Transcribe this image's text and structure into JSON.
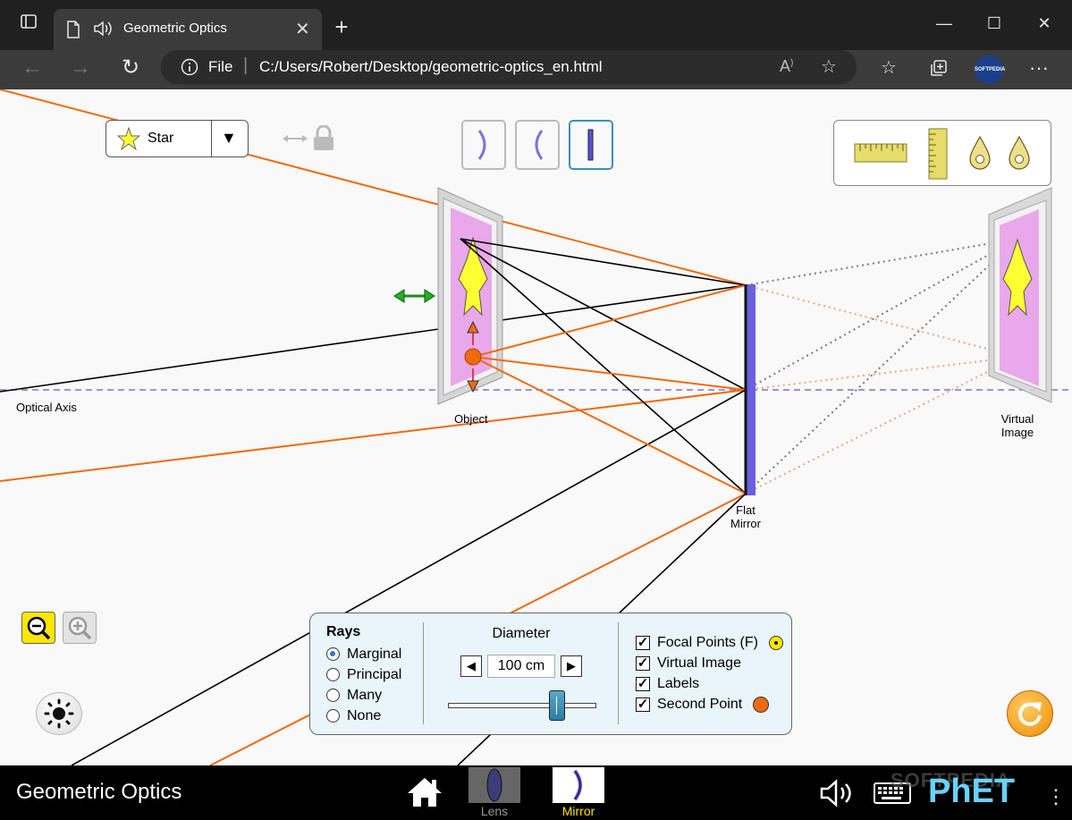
{
  "browser": {
    "tab_title": "Geometric Optics",
    "url_scheme": "File",
    "url": "C:/Users/Robert/Desktop/geometric-optics_en.html",
    "profile_badge": "SOFTPEDIA"
  },
  "sim": {
    "object_selector": {
      "selected": "Star"
    },
    "labels": {
      "optical_axis": "Optical Axis",
      "object": "Object",
      "mirror_line1": "Flat",
      "mirror_line2": "Mirror",
      "virtual_line1": "Virtual",
      "virtual_line2": "Image"
    },
    "controls": {
      "rays_title": "Rays",
      "rays_options": [
        "Marginal",
        "Principal",
        "Many",
        "None"
      ],
      "rays_selected": "Marginal",
      "diameter_title": "Diameter",
      "diameter_value": "100 cm",
      "diameter_fraction": 0.74,
      "checkboxes": [
        "Focal Points (F)",
        "Virtual Image",
        "Labels",
        "Second Point"
      ]
    },
    "colors": {
      "ray": "#f06a10",
      "mirror": "#6a60e0",
      "virtual_ray": "#f6a07a",
      "axis": "#7a72c8",
      "object_fill": "#e9a8e9"
    }
  },
  "navbar": {
    "title": "Geometric Optics",
    "screens": [
      "Lens",
      "Mirror"
    ],
    "active_screen": "Mirror",
    "brand": "PhET",
    "watermark": "SOFTPEDIA"
  }
}
